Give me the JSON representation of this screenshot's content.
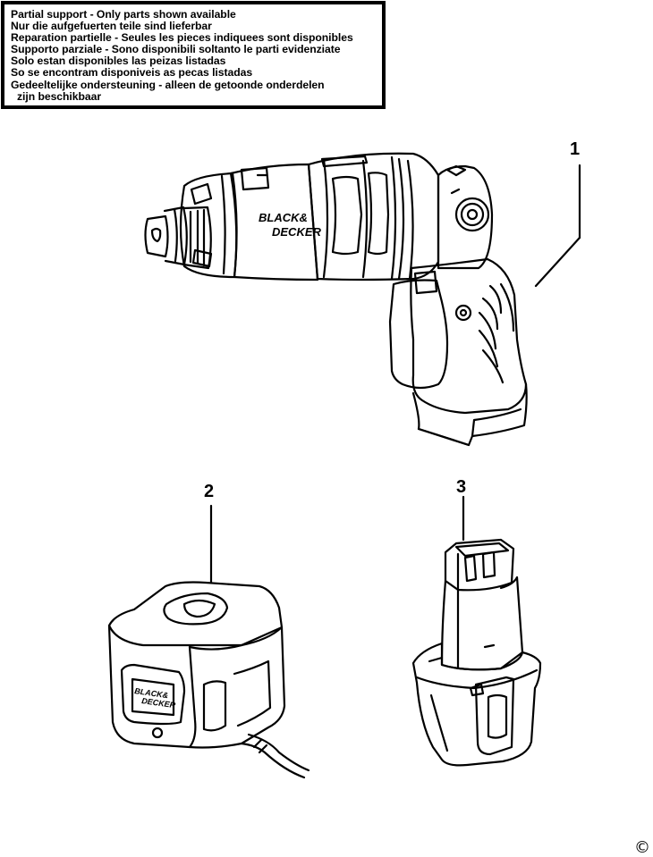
{
  "notice": {
    "lines": [
      "Partial support - Only parts shown available",
      "Nur die aufgefuerten teile sind lieferbar",
      "Reparation partielle - Seules les pieces indiquees sont disponibles",
      "Supporto parziale - Sono disponibili soltanto le parti evidenziate",
      "Solo estan disponibles las peizas listadas",
      "So se encontram disponiveis as pecas listadas",
      "Gedeeltelijke ondersteuning - alleen de getoonde onderdelen",
      "zijn beschikbaar"
    ]
  },
  "parts": [
    {
      "number": "1",
      "item": "screwdriver"
    },
    {
      "number": "2",
      "item": "charger"
    },
    {
      "number": "3",
      "item": "battery"
    }
  ],
  "brand": {
    "line1": "BLACK&",
    "line2": "DECKER"
  },
  "copyright": "©"
}
